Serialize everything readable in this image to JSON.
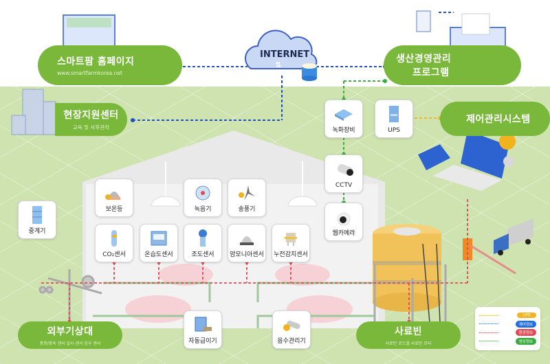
{
  "title": "스마트팜 ICT 시스템 구성도",
  "internet": {
    "label": "INTERNET"
  },
  "nodes": {
    "homepage": {
      "title": "스마트팜 홈페이지",
      "subtitle": "www.smartfarmkorea.net"
    },
    "support_center": {
      "title": "현장지원센터",
      "subtitle": "교육 및 사후관리"
    },
    "production_program": {
      "title_line1": "생산경영관리",
      "title_line2": "프로그램"
    },
    "control_system": {
      "title": "제어관리시스템"
    },
    "weather_station": {
      "title": "외부기상대",
      "subtitle": "풍향/풍속 센서   일사 센서   감우 센서"
    },
    "feed_bin": {
      "title": "사료빈",
      "subtitle": "사료빈 로드셀    사료빈 모터"
    }
  },
  "devices": [
    {
      "id": "recorder",
      "label": "녹화장비",
      "icon": "recorder-icon"
    },
    {
      "id": "ups",
      "label": "UPS",
      "icon": "ups-server-icon"
    },
    {
      "id": "cctv",
      "label": "CCTV",
      "icon": "cctv-camera-icon"
    },
    {
      "id": "webcam",
      "label": "웹카메라",
      "icon": "webcam-icon"
    },
    {
      "id": "relay",
      "label": "중계기",
      "icon": "relay-server-icon"
    },
    {
      "id": "heat_lamp",
      "label": "보온등",
      "icon": "heat-lamp-icon"
    },
    {
      "id": "sound_recorder",
      "label": "녹음기",
      "icon": "sound-recorder-icon"
    },
    {
      "id": "blower",
      "label": "송풍기",
      "icon": "fan-icon"
    },
    {
      "id": "co2",
      "label": "CO₂센서",
      "icon": "co2-sensor-icon"
    },
    {
      "id": "temp_humidity",
      "label": "온습도센서",
      "icon": "thermo-hygrometer-icon"
    },
    {
      "id": "illuminance",
      "label": "조도센서",
      "icon": "light-sensor-icon"
    },
    {
      "id": "ammonia",
      "label": "암모니아센서",
      "icon": "ammonia-sensor-icon"
    },
    {
      "id": "leakage",
      "label": "누전감지센서",
      "icon": "leakage-sensor-icon"
    },
    {
      "id": "auto_feeder",
      "label": "자동급이기",
      "icon": "auto-feeder-icon"
    },
    {
      "id": "water_manager",
      "label": "음수관리기",
      "icon": "water-valve-icon"
    }
  ],
  "legend": [
    {
      "label": "UPS",
      "color": "#f0b429"
    },
    {
      "label": "제어정보",
      "color": "#1f6fe0"
    },
    {
      "label": "환경정보",
      "color": "#e04a55"
    },
    {
      "label": "영상정보",
      "color": "#3bab3f"
    }
  ],
  "colors": {
    "pill_green": "#79b83a",
    "field_green": "#cfe3b0",
    "control_blue": "#1f4fbf",
    "env_red": "#e04a55",
    "video_green": "#3bab3f",
    "ups_orange": "#f0b429"
  }
}
